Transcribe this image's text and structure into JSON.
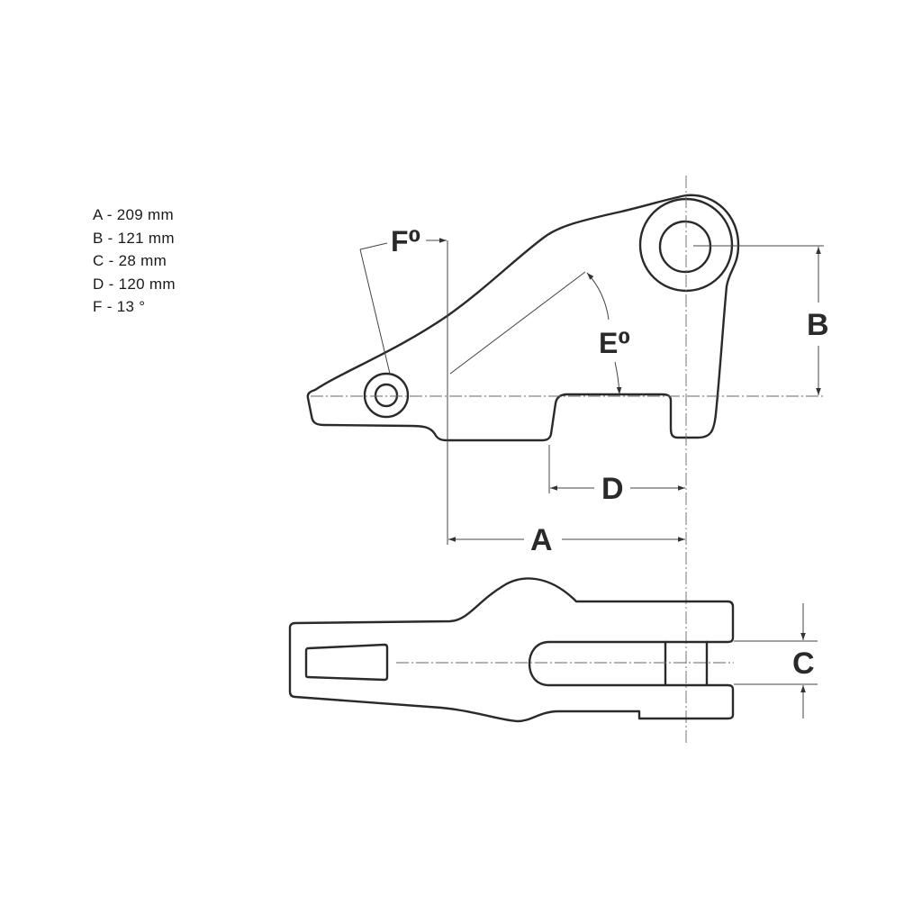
{
  "legend": [
    {
      "text": "A - 209 mm"
    },
    {
      "text": "B - 121 mm"
    },
    {
      "text": "C - 28 mm"
    },
    {
      "text": "D - 120 mm"
    },
    {
      "text": "F - 13 °"
    }
  ],
  "labels": {
    "f_deg": "F⁰",
    "e_deg": "E⁰",
    "a": "A",
    "b": "B",
    "c": "C",
    "d": "D"
  },
  "colors": {
    "line": "#2a2a2a",
    "background": "#ffffff"
  }
}
